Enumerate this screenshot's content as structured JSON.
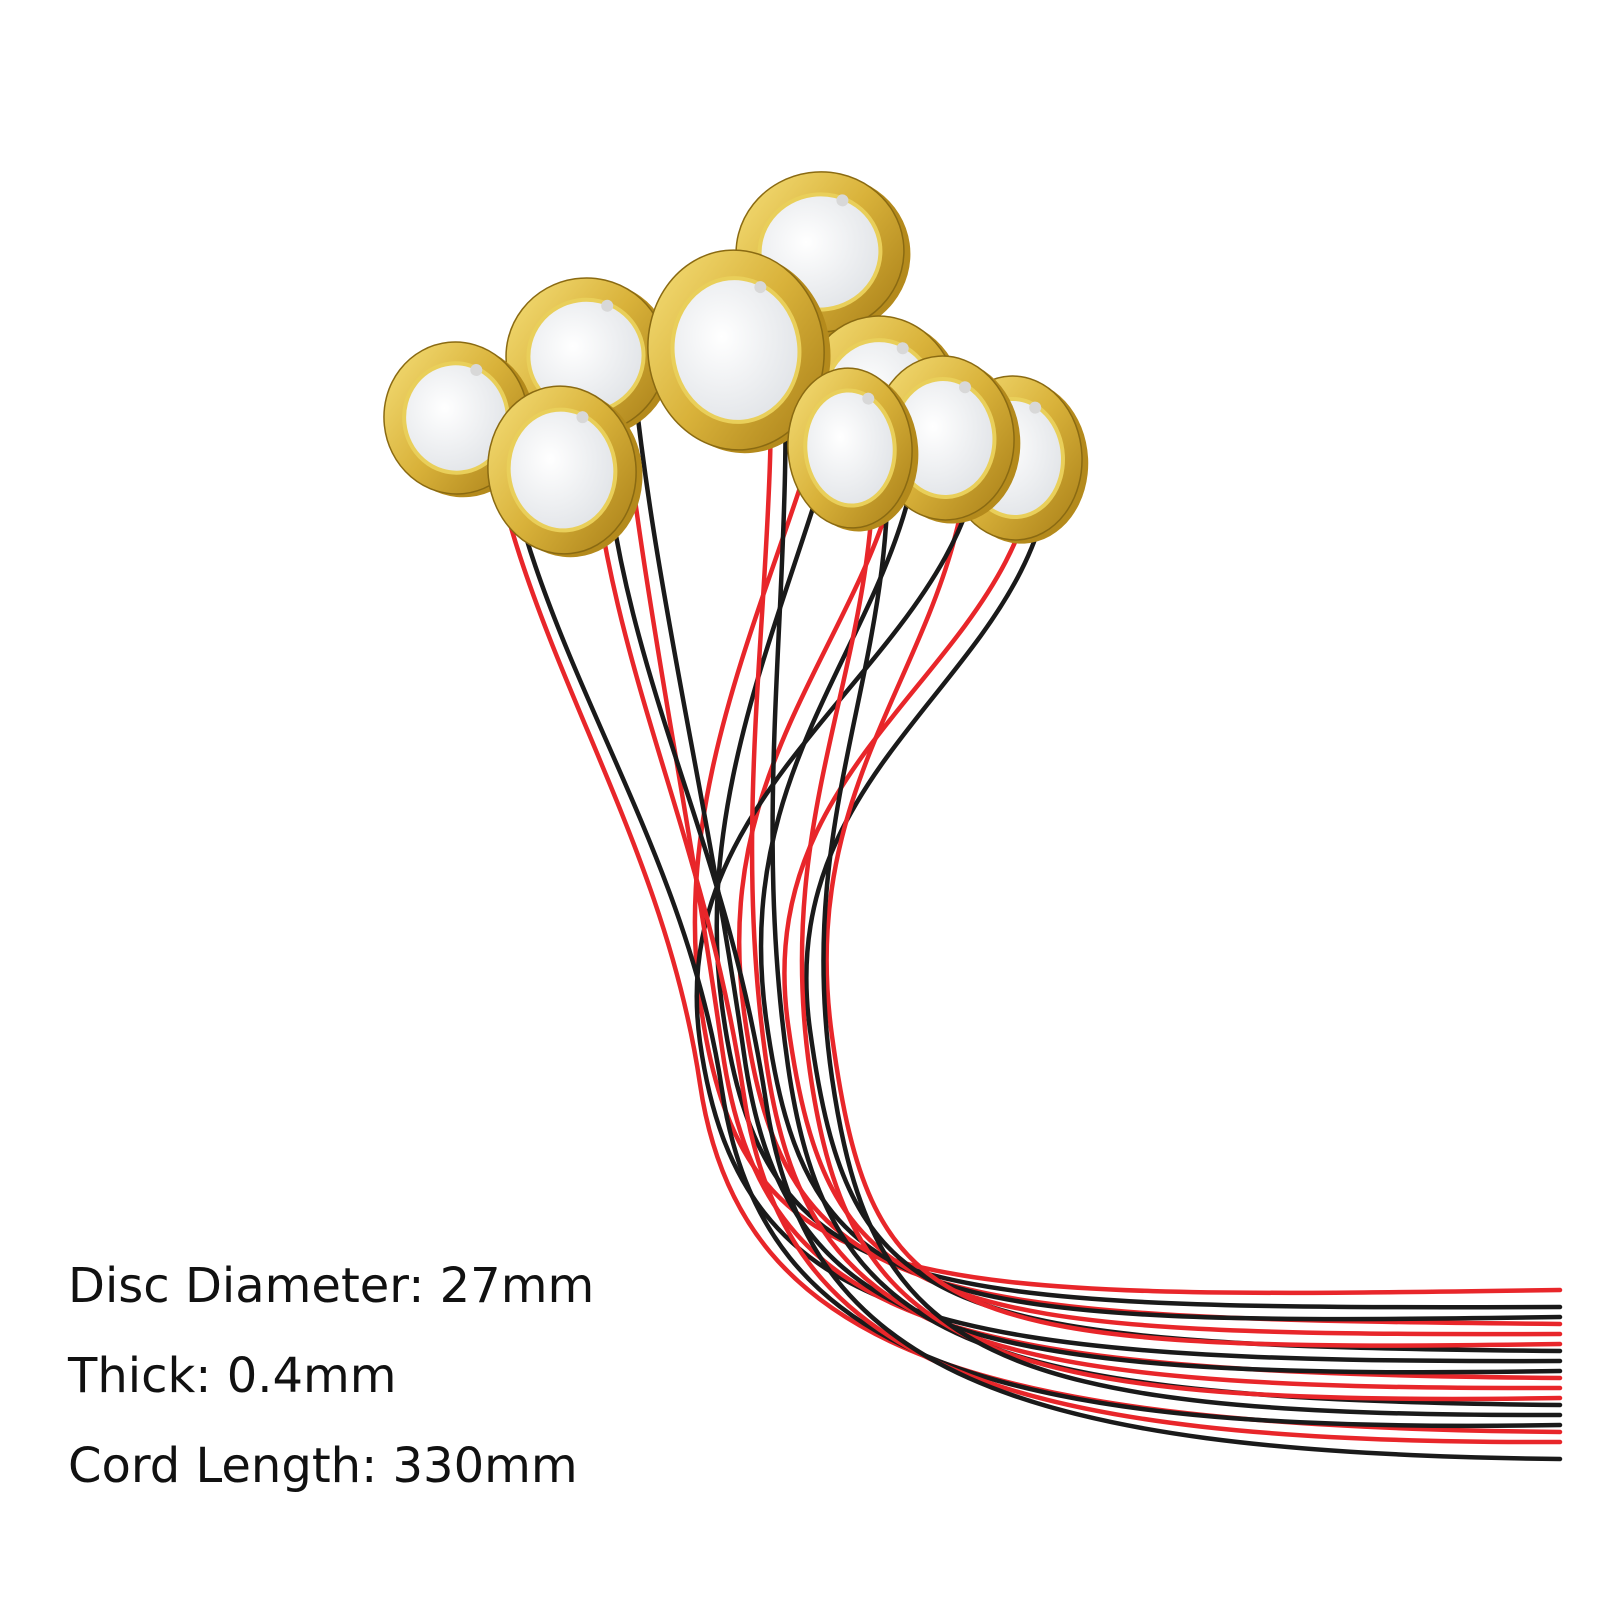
{
  "specs": {
    "disc_diameter": "Disc Diameter: 27mm",
    "thickness": "Thick: 0.4mm",
    "cord_length": "Cord Length: 330mm"
  },
  "colors": {
    "background": "#ffffff",
    "text": "#111111",
    "disc_brass_light": "#f3d96a",
    "disc_brass_dark": "#b48a1c",
    "disc_ceramic": "#eef0f2",
    "wire_red": "#e8262a",
    "wire_black": "#1a1a1a",
    "solder": "#d8d8d8"
  }
}
